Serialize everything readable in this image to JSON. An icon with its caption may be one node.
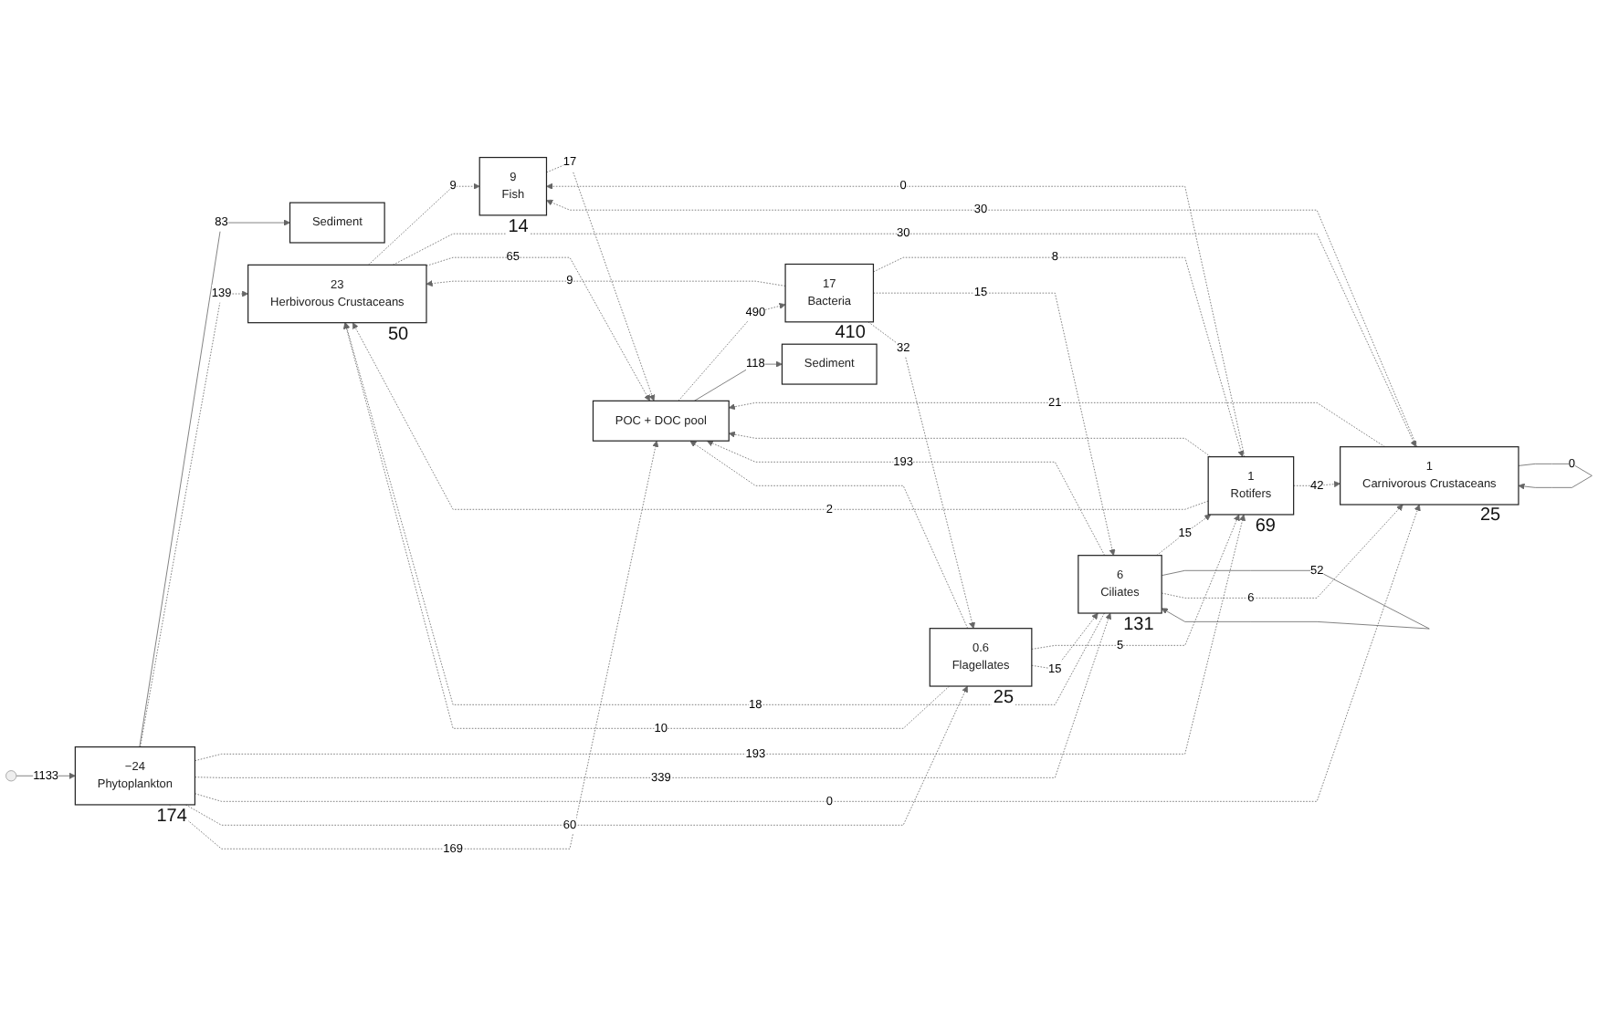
{
  "diagram": {
    "nodes": [
      {
        "text": [
          "−24",
          "Phytoplankton"
        ],
        "beside": [
          "174"
        ]
      },
      {
        "text": [
          "23",
          "Herbivorous Crustaceans"
        ],
        "beside": [
          "50"
        ]
      },
      {
        "text": [
          "1",
          "Rotifers"
        ],
        "beside": [
          "69"
        ]
      },
      {
        "text": [
          "9",
          "Fish"
        ],
        "beside": [
          "14"
        ]
      },
      {
        "text": [
          "6",
          "Ciliates"
        ],
        "beside": [
          "131"
        ]
      },
      {
        "text": [
          "1",
          "Carnivorous Crustaceans"
        ],
        "beside": [
          "25"
        ]
      },
      {
        "text": [
          "17",
          "Bacteria"
        ],
        "beside": [
          "410"
        ]
      },
      {
        "text": [
          "0.6",
          "Flagellates"
        ],
        "beside": [
          "25"
        ]
      },
      {
        "text": [
          "POC + DOC pool"
        ]
      },
      {
        "text": [
          "Sediment"
        ]
      },
      {
        "text": [
          "Sediment"
        ]
      }
    ],
    "edges": [
      {
        "from": null,
        "to": 0,
        "arrow": "to",
        "label": "1133"
      },
      {
        "from": 0,
        "to": 9,
        "arrow": "to",
        "label": "83"
      },
      {
        "from": 0,
        "to": 1,
        "arrow": "to",
        "label": "139",
        "style": "dashed"
      },
      {
        "from": 0,
        "to": 2,
        "arrow": "to",
        "label": "193",
        "style": "dashed"
      },
      {
        "from": 0,
        "to": 4,
        "arrow": "to",
        "label": "339",
        "style": "dashed"
      },
      {
        "from": 0,
        "to": 5,
        "arrow": "to",
        "label": "0",
        "style": "dashed"
      },
      {
        "from": 0,
        "to": 7,
        "arrow": "to",
        "label": "60",
        "style": "dashed"
      },
      {
        "from": 0,
        "to": 8,
        "arrow": "to",
        "label": "169",
        "style": "dashed"
      },
      {
        "from": 6,
        "to": 1,
        "arrow": "to",
        "label": "9",
        "style": "dashed"
      },
      {
        "from": 6,
        "to": 2,
        "arrow": "to",
        "label": "8",
        "style": "dashed"
      },
      {
        "from": 6,
        "to": 4,
        "arrow": "to",
        "label": "15",
        "style": "dashed"
      },
      {
        "from": 6,
        "to": 7,
        "arrow": "to",
        "label": "32",
        "style": "dashed"
      },
      {
        "from": 7,
        "to": 1,
        "arrow": "to",
        "label": "10",
        "style": "dashed"
      },
      {
        "from": 7,
        "to": 2,
        "arrow": "to",
        "label": "5",
        "style": "dashed"
      },
      {
        "from": 7,
        "to": 4,
        "arrow": "to",
        "label": "15",
        "style": "dashed"
      },
      {
        "from": 7,
        "to": 8,
        "arrow": "to",
        "style": "dashed"
      },
      {
        "from": 4,
        "to": 1,
        "arrow": "to",
        "label": "18",
        "style": "dashed"
      },
      {
        "from": 4,
        "to": 2,
        "arrow": "to",
        "label": "15",
        "style": "dashed"
      },
      {
        "from": 4,
        "to": 4,
        "arrow": "to",
        "label": "52"
      },
      {
        "from": 4,
        "to": 8,
        "arrow": "to",
        "label": "193",
        "style": "dashed"
      },
      {
        "from": 4,
        "to": 5,
        "arrow": "to",
        "label": "6",
        "style": "dashed"
      },
      {
        "from": 2,
        "to": 1,
        "arrow": "to",
        "label": "2",
        "style": "dashed"
      },
      {
        "from": 2,
        "to": 3,
        "arrow": "to",
        "label": "0",
        "style": "dashed"
      },
      {
        "from": 2,
        "to": 5,
        "arrow": "to",
        "label": "42",
        "style": "dashed"
      },
      {
        "from": 2,
        "to": 8,
        "arrow": "to",
        "style": "dashed"
      },
      {
        "from": 1,
        "to": 3,
        "arrow": "to",
        "label": "9",
        "style": "dashed"
      },
      {
        "from": 1,
        "to": 5,
        "arrow": "to",
        "label": "30",
        "style": "dashed"
      },
      {
        "from": 1,
        "to": 8,
        "arrow": "to",
        "label": "65",
        "style": "dashed"
      },
      {
        "from": 5,
        "to": 3,
        "arrow": "to",
        "label": "30",
        "style": "dashed"
      },
      {
        "from": 5,
        "to": 5,
        "arrow": "to",
        "label": "0"
      },
      {
        "from": 5,
        "to": 8,
        "arrow": "to",
        "label": "21",
        "style": "dashed"
      },
      {
        "from": 3,
        "to": 8,
        "arrow": "to",
        "label": "17",
        "style": "dashed"
      },
      {
        "from": 8,
        "to": 6,
        "arrow": "to",
        "label": "490",
        "style": "dashed"
      },
      {
        "from": 8,
        "to": 10,
        "arrow": "to",
        "label": "118"
      }
    ]
  }
}
